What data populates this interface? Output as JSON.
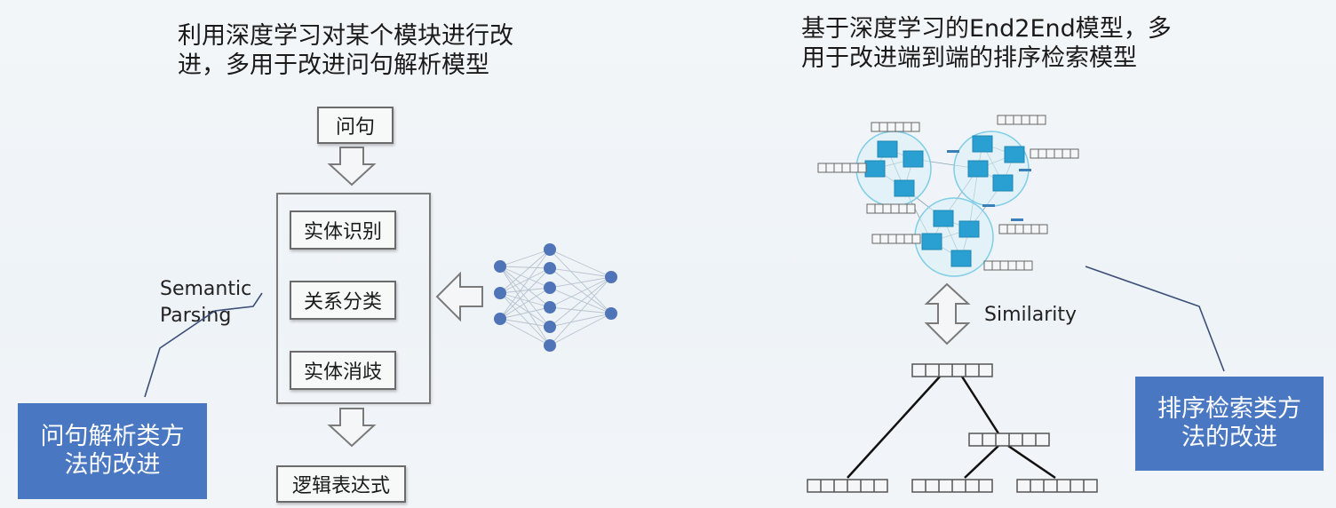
{
  "left": {
    "title_line1": "利用深度学习对某个模块进行改",
    "title_line2": "进，多用于改进问句解析模型",
    "input_box": "问句",
    "steps": [
      "实体识别",
      "关系分类",
      "实体消歧"
    ],
    "output_box": "逻辑表达式",
    "side_label_line1": "Semantic",
    "side_label_line2": "Parsing",
    "note_line1": "问句解析类方",
    "note_line2": "法的改进",
    "colors": {
      "note_bg": "#4a77c2",
      "node": "#4f74b8"
    }
  },
  "right": {
    "title_line1": "基于深度学习的End2End模型，多",
    "title_line2": "用于改进端到端的排序检索模型",
    "similarity_label": "Similarity",
    "note_line1": "排序检索类方",
    "note_line2": "法的改进",
    "colors": {
      "note_bg": "#4a77c2",
      "cluster_node": "#2aa0d2",
      "cluster_ring": "#d4eef7"
    }
  }
}
